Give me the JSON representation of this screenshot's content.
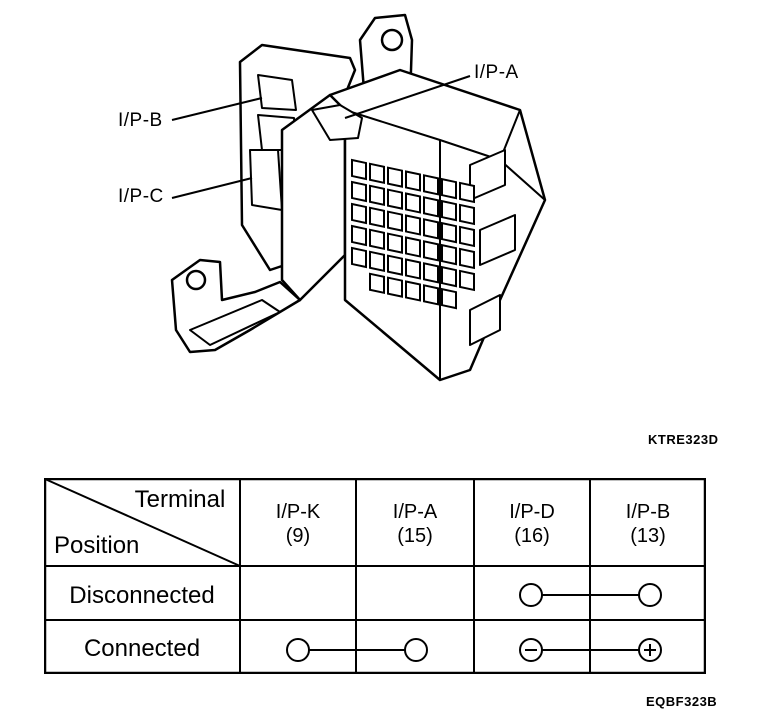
{
  "figure": {
    "callouts": {
      "ip_a": "I/P-A",
      "ip_b": "I/P-B",
      "ip_c": "I/P-C"
    },
    "figure_code": "KTRE323D"
  },
  "table": {
    "header_corner": {
      "top": "Terminal",
      "bottom": "Position"
    },
    "columns": [
      {
        "terminal": "I/P-K",
        "pin": "(9)"
      },
      {
        "terminal": "I/P-A",
        "pin": "(15)"
      },
      {
        "terminal": "I/P-D",
        "pin": "(16)"
      },
      {
        "terminal": "I/P-B",
        "pin": "(13)"
      }
    ],
    "rows": [
      {
        "position": "Disconnected",
        "continuity": "I/P-D (16) — I/P-B (13)"
      },
      {
        "position": "Connected",
        "continuity": "I/P-K (9) — I/P-A (15); I/P-D (16) ⊖ — I/P-B (13) ⊕"
      }
    ],
    "table_code": "EQBF323B"
  }
}
